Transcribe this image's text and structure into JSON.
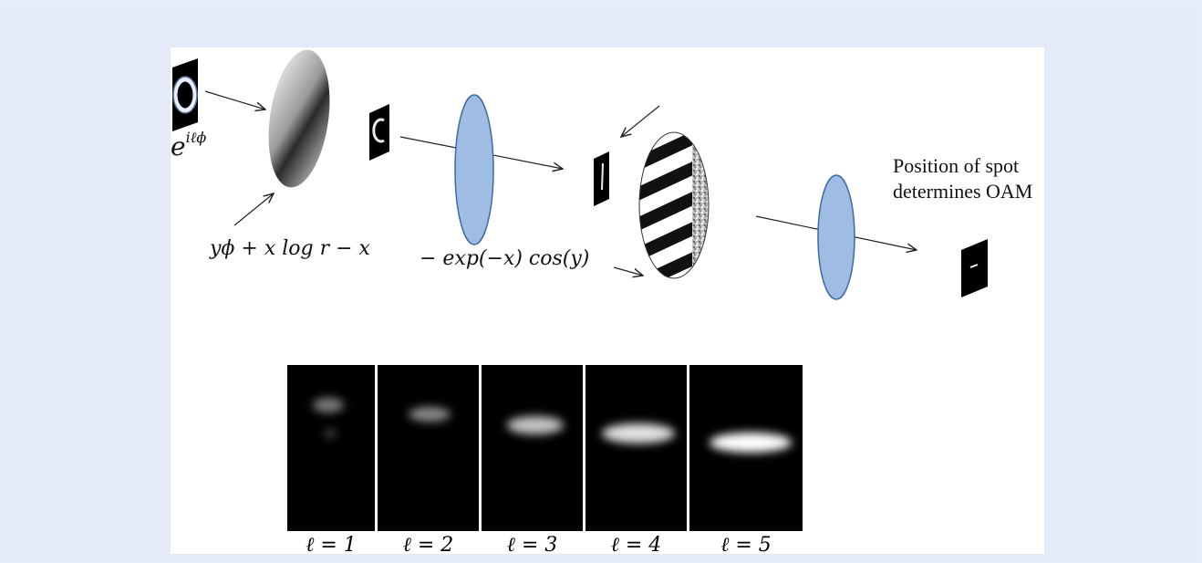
{
  "labels": {
    "input_mode": {
      "base": "e",
      "exponent": "iℓϕ"
    },
    "phase_mask_1": "yϕ + x log r − x",
    "phase_mask_2": "− exp(−x) cos(y)",
    "caption_line1": "Position of spot",
    "caption_line2": "determines OAM"
  },
  "panels": [
    {
      "label": "ℓ = 1",
      "l": 1
    },
    {
      "label": "ℓ = 2",
      "l": 2
    },
    {
      "label": "ℓ = 3",
      "l": 3
    },
    {
      "label": "ℓ = 4",
      "l": 4
    },
    {
      "label": "ℓ = 5",
      "l": 5
    }
  ],
  "colors": {
    "page_background": "#e6ecf8",
    "canvas": "#ffffff",
    "lens_fill": "#9fbde2",
    "lens_stroke": "#3a6aa8",
    "panel_background": "#000000"
  }
}
